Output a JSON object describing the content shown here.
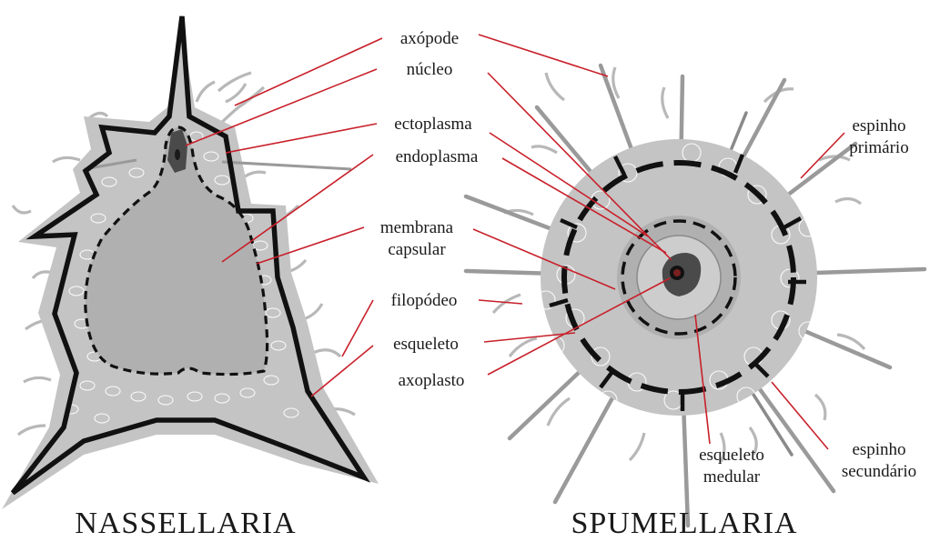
{
  "titles": {
    "nassellaria": "NASSELLARIA",
    "spumellaria": "SPUMELLARIA"
  },
  "labels": {
    "axopode": "axópode",
    "nucleo": "núcleo",
    "ectoplasma": "ectoplasma",
    "endoplasma": "endoplasma",
    "membrana_line1": "membrana",
    "membrana_line2": "capsular",
    "filopodeo": "filopódeo",
    "esqueleto": "esqueleto",
    "axoplasto": "axoplasto",
    "espinho_primario_line1": "espinho",
    "espinho_primario_line2": "primário",
    "esqueleto_medular_line1": "esqueleto",
    "esqueleto_medular_line2": "medular",
    "espinho_secundario_line1": "espinho",
    "espinho_secundario_line2": "secundário"
  },
  "colors": {
    "leader_line": "#c8202a",
    "ectoplasm": "#c4c4c4",
    "endoplasm": "#b0b0b0",
    "skeleton": "#111111",
    "nucleus": "#4a4a4a"
  }
}
